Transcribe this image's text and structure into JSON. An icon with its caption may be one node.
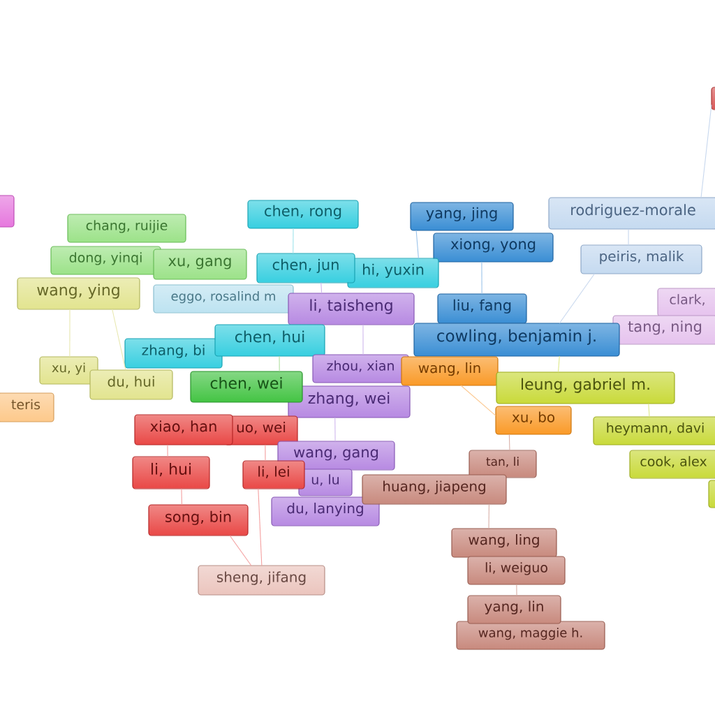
{
  "diagram": {
    "nodes": [
      {
        "text": [],
        "shape": "box"
      },
      {
        "text": [],
        "shape": "box"
      },
      {
        "text": [
          "chen, rong"
        ]
      },
      {
        "text": [
          "yang, jing"
        ]
      },
      {
        "text": [
          "rodriguez-morale"
        ]
      },
      {
        "text": [
          "chang, ruijie"
        ]
      },
      {
        "text": [
          "xiong, yong"
        ]
      },
      {
        "text": [
          "dong, yinqi"
        ]
      },
      {
        "text": [
          "xu, gang"
        ]
      },
      {
        "text": [
          "chen, jun"
        ]
      },
      {
        "text": [
          "hi, yuxin"
        ]
      },
      {
        "text": [
          "peiris, malik"
        ]
      },
      {
        "text": [
          "wang, ying"
        ]
      },
      {
        "text": [
          "eggo, rosalind m"
        ]
      },
      {
        "text": [
          "li, taisheng"
        ]
      },
      {
        "text": [
          "liu, fang"
        ]
      },
      {
        "text": [
          "clark,"
        ]
      },
      {
        "text": [
          "tang, ning"
        ]
      },
      {
        "text": [
          "zhang, bi"
        ]
      },
      {
        "text": [
          "chen, hui"
        ]
      },
      {
        "text": [
          "cowling, benjamin j."
        ]
      },
      {
        "text": [
          "xu, yi"
        ]
      },
      {
        "text": [
          "du, hui"
        ]
      },
      {
        "text": [
          "chen, wei"
        ]
      },
      {
        "text": [
          "zhou, xian"
        ]
      },
      {
        "text": [
          "wang, lin"
        ]
      },
      {
        "text": [
          "leung, gabriel m."
        ]
      },
      {
        "text": [
          "zhang, wei"
        ]
      },
      {
        "text": [
          "teris"
        ]
      },
      {
        "text": [
          "xu, bo"
        ]
      },
      {
        "text": [
          "heymann, davi"
        ]
      },
      {
        "text": [
          "xiao, han"
        ]
      },
      {
        "text": [
          "uo, wei"
        ]
      },
      {
        "text": [
          "wang, gang"
        ]
      },
      {
        "text": [
          "tan, li"
        ]
      },
      {
        "text": [
          "li, hui"
        ]
      },
      {
        "text": [
          "li, lei"
        ]
      },
      {
        "text": [
          "u, lu"
        ]
      },
      {
        "text": [
          "cook, alex"
        ]
      },
      {
        "text": [
          "huang, jiapeng"
        ]
      },
      {
        "text": [],
        "shape": "box"
      },
      {
        "text": [
          "du, lanying"
        ]
      },
      {
        "text": [
          "song, bin"
        ]
      },
      {
        "text": [
          "wang, ling"
        ]
      },
      {
        "text": [
          "li, weiguo"
        ]
      },
      {
        "text": [
          "sheng, jifang"
        ]
      },
      {
        "text": [
          "yang, lin"
        ]
      },
      {
        "text": [
          "wang, maggie h."
        ]
      }
    ],
    "edges": [
      {
        "from": 2,
        "to": 9,
        "arrow": "none",
        "color": "#9fe4ec"
      },
      {
        "from": 3,
        "to": 10,
        "arrow": "none",
        "color": "#9cc4ea"
      },
      {
        "from": 6,
        "to": 15,
        "arrow": "none",
        "color": "#9cc4ea"
      },
      {
        "from": 4,
        "to": 11,
        "arrow": "none",
        "color": "#c8d8ee"
      },
      {
        "from": 11,
        "to": 20,
        "arrow": "none",
        "color": "#c8d8ee"
      },
      {
        "from": 4,
        "to": 0,
        "arrow": "none",
        "color": "#c8d8ee"
      },
      {
        "from": 20,
        "to": 26,
        "arrow": "none",
        "color": "#dde88a"
      },
      {
        "from": 25,
        "to": 29,
        "arrow": "none",
        "color": "#fcc890"
      },
      {
        "from": 26,
        "to": 30,
        "arrow": "none",
        "color": "#dde88a"
      },
      {
        "from": 29,
        "to": 34,
        "arrow": "none",
        "color": "#d8b0a8"
      },
      {
        "from": 39,
        "to": 43,
        "arrow": "none",
        "color": "#d8b0a8"
      },
      {
        "from": 44,
        "to": 46,
        "arrow": "none",
        "color": "#d8b0a8"
      },
      {
        "from": 31,
        "to": 35,
        "arrow": "none",
        "color": "#f4a0a0"
      },
      {
        "from": 35,
        "to": 42,
        "arrow": "none",
        "color": "#f4a0a0"
      },
      {
        "from": 32,
        "to": 36,
        "arrow": "none",
        "color": "#f4a0a0"
      },
      {
        "from": 42,
        "to": 45,
        "arrow": "none",
        "color": "#f4a0a0"
      },
      {
        "from": 36,
        "to": 45,
        "arrow": "none",
        "color": "#f4a0a0"
      },
      {
        "from": 12,
        "to": 21,
        "arrow": "none",
        "color": "#e8e8b0"
      },
      {
        "from": 12,
        "to": 22,
        "arrow": "none",
        "color": "#e8e8b0"
      },
      {
        "from": 19,
        "to": 23,
        "arrow": "none",
        "color": "#b0e0a0"
      },
      {
        "from": 14,
        "to": 24,
        "arrow": "none",
        "color": "#d0b8ee"
      },
      {
        "from": 27,
        "to": 33,
        "arrow": "none",
        "color": "#d0b8ee"
      },
      {
        "from": 9,
        "to": 14,
        "arrow": "none",
        "color": "#d0b8ee"
      }
    ]
  }
}
